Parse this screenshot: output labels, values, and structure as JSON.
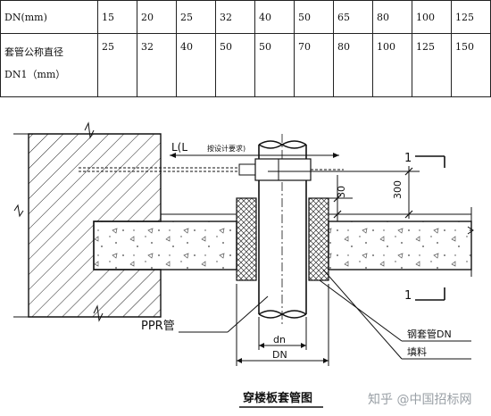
{
  "table": {
    "row1_header": "DN(mm)",
    "row1": [
      "15",
      "20",
      "25",
      "32",
      "40",
      "50",
      "65",
      "80",
      "100",
      "125"
    ],
    "row2_header_line1": "套管公称直径",
    "row2_header_line2": "DN1（mm）",
    "row2": [
      "25",
      "32",
      "40",
      "50",
      "50",
      "70",
      "80",
      "100",
      "125",
      "150"
    ]
  },
  "diagram": {
    "length_label": "L(L",
    "length_note": "按设计要求)",
    "dim_30": "30",
    "dim_300": "300",
    "section_mark": "1",
    "ppr_label": "PPR管",
    "steel_sleeve_label": "钢套管DN",
    "filler_label": "填料",
    "dn_small": "dn",
    "dn_large": "DN",
    "caption": "穿楼板套管图"
  },
  "watermark": "知乎 @中国招标网"
}
